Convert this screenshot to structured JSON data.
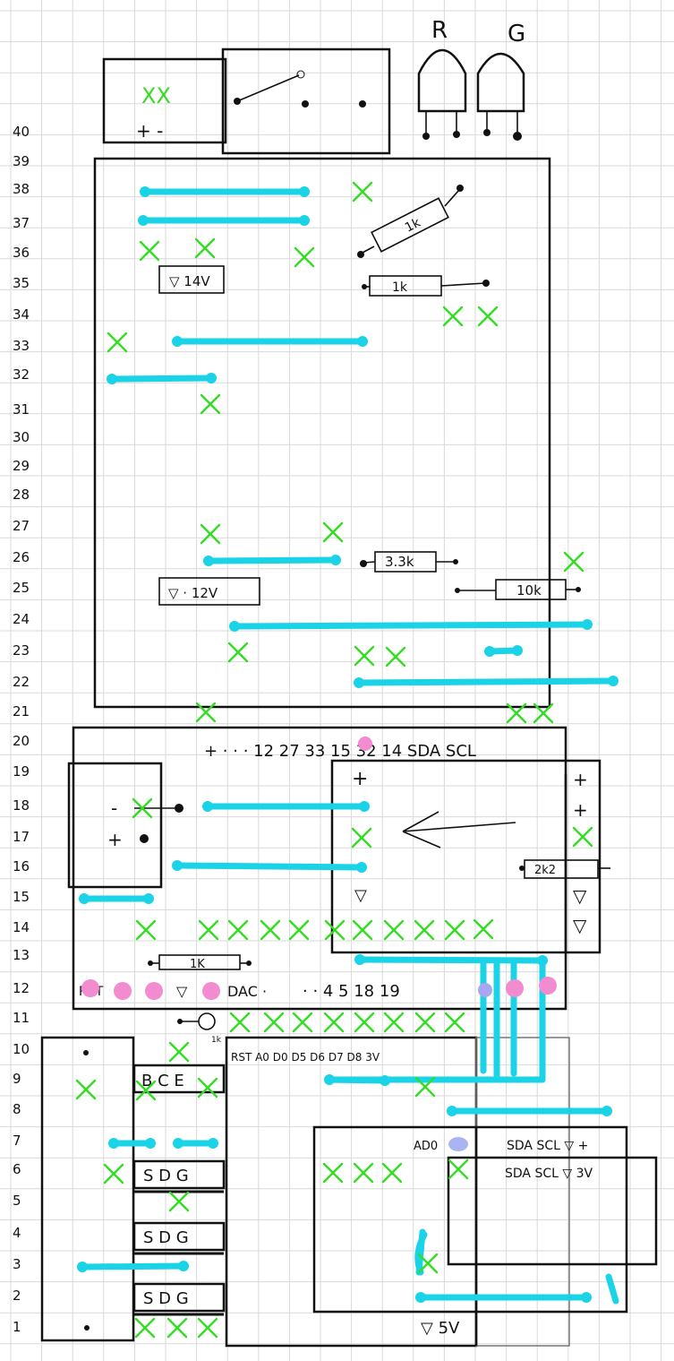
{
  "row_numbers": [
    "40",
    "39",
    "38",
    "37",
    "36",
    "35",
    "34",
    "33",
    "32",
    "31",
    "30",
    "29",
    "28",
    "27",
    "26",
    "25",
    "24",
    "23",
    "22",
    "21",
    "20",
    "19",
    "18",
    "17",
    "16",
    "15",
    "14",
    "13",
    "12",
    "11",
    "10",
    "9",
    "8",
    "7",
    "6",
    "5",
    "4",
    "3",
    "2",
    "1"
  ],
  "led_labels": {
    "red": "R",
    "green": "G"
  },
  "terminal": {
    "top": "XX",
    "bottom": "+ -"
  },
  "labels": {
    "diode_14v": "▽ 14V",
    "diode_12v": "▽ · 12V",
    "res_1k_a": "1k",
    "res_1k_b": "1k",
    "res_3k3": "3.3k",
    "res_10k": "10k",
    "res_2k2": "2k2",
    "res_1k_c": "1K",
    "res_1k_d": "1k",
    "psu_minus": "-",
    "psu_plus": "+",
    "pin_header": "+ · · · 12 27 33 15 32 14 SDA SCL",
    "mod_plus": "+",
    "mod_gnd": "▽",
    "right_col": [
      "+",
      "+",
      "▽",
      "▽"
    ],
    "esp_bottom_left": "RST",
    "esp_bottom_mid": "▽",
    "esp_bottom_dac": "DAC ·",
    "esp_bottom_right": "· · 4 5 18 19",
    "bce": "B C E",
    "sdg": "S D G",
    "lcd_header": "RST A0 D0 D5 D6 D7 D8 3V",
    "ad0": "AD0",
    "sens_a": "SDA SCL ▽ +",
    "sens_b": "SDA SCL ▽ 3V",
    "gnd5v": "▽ 5V"
  }
}
